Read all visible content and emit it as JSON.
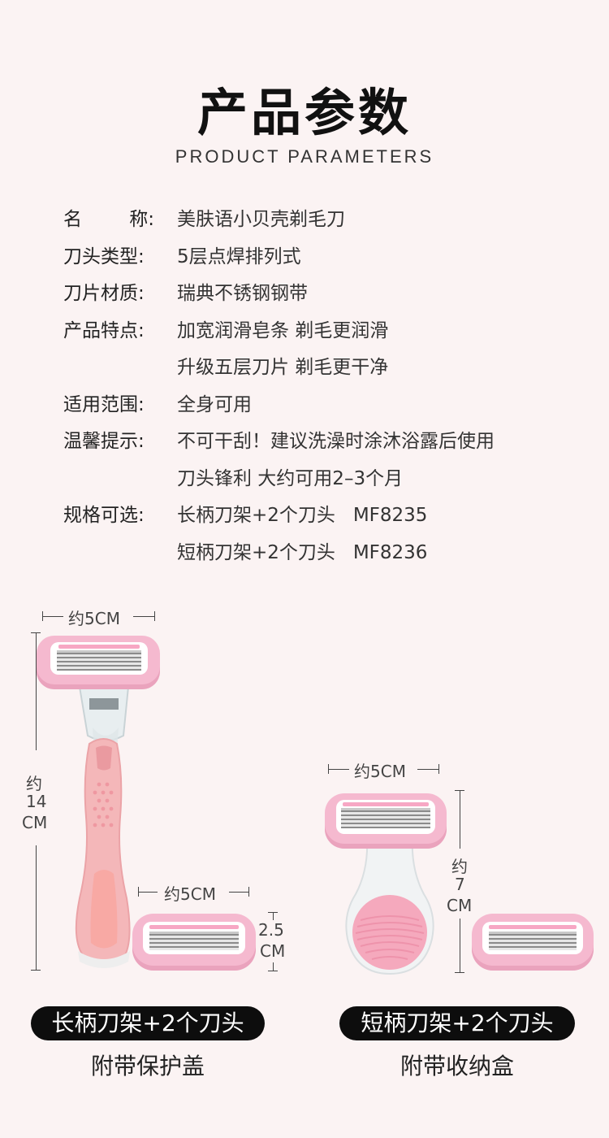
{
  "header": {
    "title": "产品参数",
    "subtitle": "PRODUCT PARAMETERS"
  },
  "params": [
    {
      "label_chars": [
        "名",
        "称:"
      ],
      "values": [
        "美肤语小贝壳剃毛刀"
      ]
    },
    {
      "label": "刀头类型:",
      "values": [
        "5层点焊排列式"
      ]
    },
    {
      "label": "刀片材质:",
      "values": [
        "瑞典不锈钢钢带"
      ]
    },
    {
      "label": "产品特点:",
      "values": [
        "加宽润滑皂条 剃毛更润滑",
        "升级五层刀片 剃毛更干净"
      ]
    },
    {
      "label": "适用范围:",
      "values": [
        "全身可用"
      ]
    },
    {
      "label": "温馨提示:",
      "values": [
        "不可干刮！建议洗澡时涂沐浴露后使用",
        "刀头锋利 大约可用2–3个月"
      ]
    },
    {
      "label": "规格可选:",
      "values": [
        "长柄刀架+2个刀头   MF8235",
        "短柄刀架+2个刀头   MF8236"
      ]
    }
  ],
  "long_product": {
    "width_label": "约5CM",
    "height_label": [
      "约",
      "14",
      "CM"
    ],
    "refill_width_label": "约5CM",
    "refill_height_label": [
      "2.5",
      "CM"
    ],
    "pill": "长柄刀架+2个刀头",
    "caption": "附带保护盖"
  },
  "short_product": {
    "width_label": "约5CM",
    "height_label": [
      "约",
      "7",
      "CM"
    ],
    "pill": "短柄刀架+2个刀头",
    "caption": "附带收纳盒"
  },
  "colors": {
    "background": "#fbf3f3",
    "pink": "#f5b9cf",
    "handle": "#f4b7b9",
    "pill": "#0d0d0d"
  }
}
